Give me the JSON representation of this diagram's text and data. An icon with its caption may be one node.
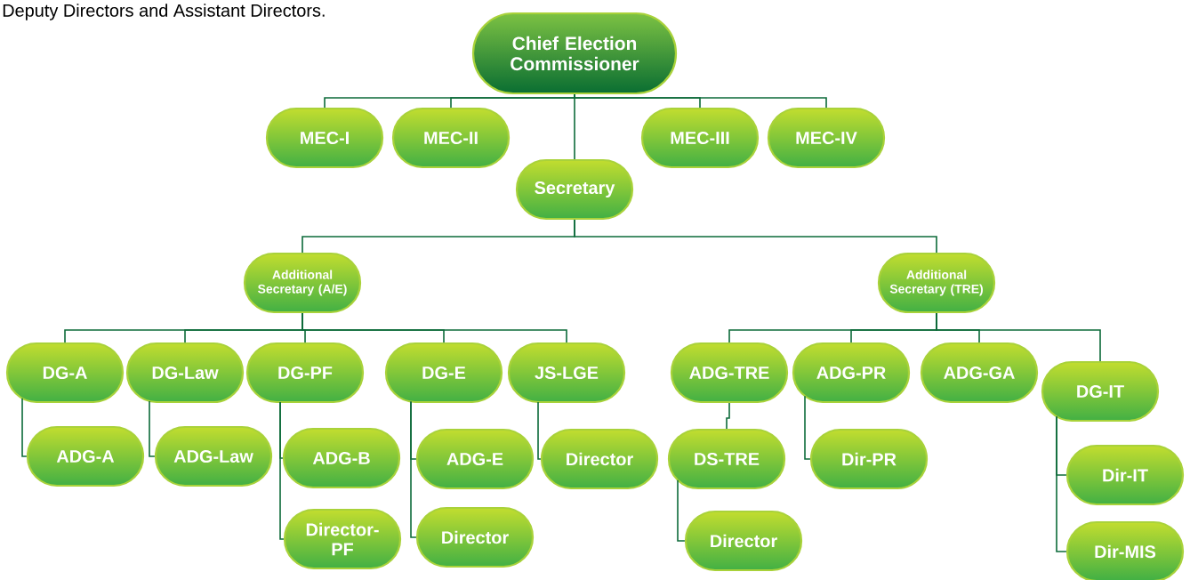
{
  "diagram": {
    "nodes": [
      {
        "text": [
          "Chief Election Commissioner"
        ]
      },
      {
        "text": [
          "MEC-I"
        ]
      },
      {
        "text": [
          "MEC-II"
        ]
      },
      {
        "text": [
          "MEC-III"
        ]
      },
      {
        "text": [
          "MEC-IV"
        ]
      },
      {
        "text": [
          "Secretary"
        ]
      },
      {
        "text": [
          "Additional Secretary (A/E)"
        ]
      },
      {
        "text": [
          "Additional Secretary (TRE)"
        ]
      },
      {
        "text": [
          "DG-A"
        ]
      },
      {
        "text": [
          "DG-Law"
        ]
      },
      {
        "text": [
          "DG-PF"
        ]
      },
      {
        "text": [
          "DG-E"
        ]
      },
      {
        "text": [
          "JS-LGE"
        ]
      },
      {
        "text": [
          "ADG-A"
        ]
      },
      {
        "text": [
          "ADG-Law"
        ]
      },
      {
        "text": [
          "ADG-B"
        ]
      },
      {
        "text": [
          "Director-PF"
        ]
      },
      {
        "text": [
          "ADG-E"
        ]
      },
      {
        "text": [
          "Director"
        ]
      },
      {
        "text": [
          "Director"
        ]
      },
      {
        "text": [
          "ADG-TRE"
        ]
      },
      {
        "text": [
          "ADG-PR"
        ]
      },
      {
        "text": [
          "ADG-GA"
        ]
      },
      {
        "text": [
          "DG-IT"
        ]
      },
      {
        "text": [
          "DS-TRE"
        ]
      },
      {
        "text": [
          "Dir-PR"
        ]
      },
      {
        "text": [
          "Director"
        ]
      },
      {
        "text": [
          "Dir-IT"
        ]
      },
      {
        "text": [
          "Dir-MIS"
        ]
      }
    ],
    "edges": [
      {
        "from": 0,
        "to": 1,
        "arrow": "none"
      },
      {
        "from": 0,
        "to": 2,
        "arrow": "none"
      },
      {
        "from": 0,
        "to": 3,
        "arrow": "none"
      },
      {
        "from": 0,
        "to": 4,
        "arrow": "none"
      },
      {
        "from": 0,
        "to": 5,
        "arrow": "none"
      },
      {
        "from": 5,
        "to": 6,
        "arrow": "none"
      },
      {
        "from": 5,
        "to": 7,
        "arrow": "none"
      },
      {
        "from": 6,
        "to": 8,
        "arrow": "none"
      },
      {
        "from": 6,
        "to": 9,
        "arrow": "none"
      },
      {
        "from": 6,
        "to": 10,
        "arrow": "none"
      },
      {
        "from": 6,
        "to": 11,
        "arrow": "none"
      },
      {
        "from": 6,
        "to": 12,
        "arrow": "none"
      },
      {
        "from": 8,
        "to": 13,
        "arrow": "none"
      },
      {
        "from": 9,
        "to": 14,
        "arrow": "none"
      },
      {
        "from": 10,
        "to": 15,
        "arrow": "none"
      },
      {
        "from": 10,
        "to": 16,
        "arrow": "none"
      },
      {
        "from": 11,
        "to": 17,
        "arrow": "none"
      },
      {
        "from": 11,
        "to": 18,
        "arrow": "none"
      },
      {
        "from": 12,
        "to": 19,
        "arrow": "none"
      },
      {
        "from": 7,
        "to": 20,
        "arrow": "none"
      },
      {
        "from": 7,
        "to": 21,
        "arrow": "none"
      },
      {
        "from": 7,
        "to": 22,
        "arrow": "none"
      },
      {
        "from": 7,
        "to": 23,
        "arrow": "none"
      },
      {
        "from": 20,
        "to": 24,
        "arrow": "none"
      },
      {
        "from": 24,
        "to": 26,
        "arrow": "none"
      },
      {
        "from": 21,
        "to": 25,
        "arrow": "none"
      },
      {
        "from": 23,
        "to": 27,
        "arrow": "none"
      },
      {
        "from": 23,
        "to": 28,
        "arrow": "none"
      }
    ],
    "labels": [
      "Deputy Directors and Assistant Directors."
    ]
  }
}
